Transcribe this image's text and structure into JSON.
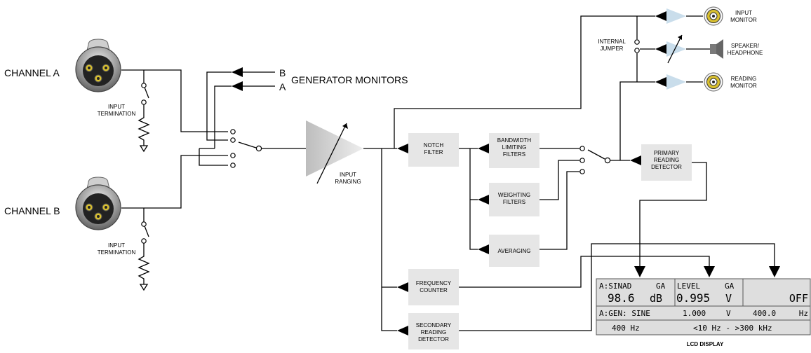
{
  "channels": {
    "a": "CHANNEL A",
    "b": "CHANNEL B"
  },
  "generator_monitors": {
    "label": "GENERATOR MONITORS",
    "b": "B",
    "a": "A"
  },
  "input_termination": [
    "INPUT",
    "TERMINATION"
  ],
  "input_ranging": [
    "INPUT",
    "RANGING"
  ],
  "blocks": {
    "notch_filter": [
      "NOTCH",
      "FILTER"
    ],
    "bandwidth_limiting": [
      "BANDWIDTH",
      "LIMITING",
      "FILTERS"
    ],
    "weighting": [
      "WEIGHTING",
      "FILTERS"
    ],
    "averaging": [
      "AVERAGING"
    ],
    "primary_reading": [
      "PRIMARY",
      "READING",
      "DETECTOR"
    ],
    "frequency_counter": [
      "FREQUENCY",
      "COUNTER"
    ],
    "secondary_reading": [
      "SECONDARY",
      "READING",
      "DETECTOR"
    ]
  },
  "internal_jumper": [
    "INTERNAL",
    "JUMPER"
  ],
  "outputs": {
    "input_monitor": [
      "INPUT",
      "MONITOR"
    ],
    "speaker": [
      "SPEAKER/",
      "HEADPHONE"
    ],
    "reading_monitor": [
      "READING",
      "MONITOR"
    ]
  },
  "lcd": {
    "caption": "LCD DISPLAY",
    "r1": {
      "sinad": "A:SINAD",
      "sinad_ga": "GA",
      "level": "LEVEL",
      "level_ga": "GA"
    },
    "r2": {
      "sinad_value": "98.6",
      "sinad_unit": "dB",
      "level_value": "0.995",
      "level_unit": "V",
      "third": "OFF"
    },
    "r3": {
      "gen": "A:GEN: SINE",
      "amplitude": "1.000",
      "amp_unit": "V",
      "freq": "400.0",
      "freq_unit": "Hz"
    },
    "r4": {
      "f1": "400 Hz",
      "range": "<10 Hz - >300 kHz"
    }
  }
}
